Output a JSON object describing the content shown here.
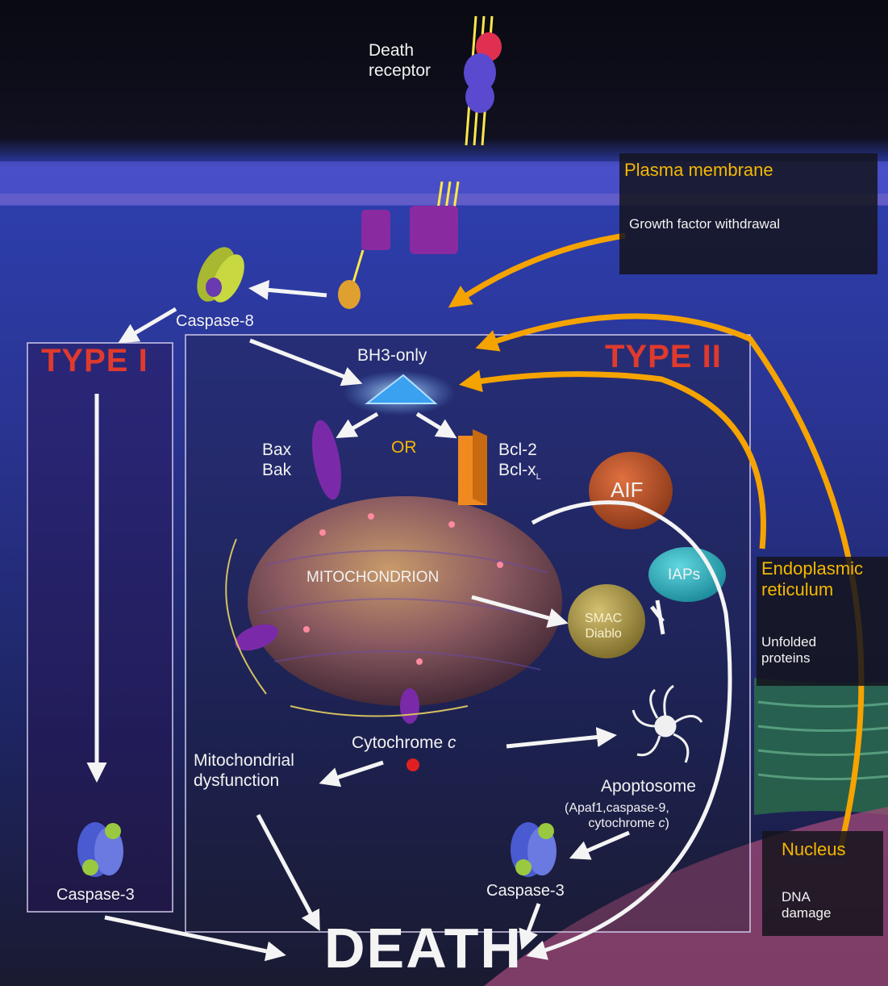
{
  "labels": {
    "death_receptor_1": "Death",
    "death_receptor_2": "receptor",
    "caspase8": "Caspase-8",
    "bh3": "BH3-only",
    "type1": "TYPE I",
    "type2": "TYPE II",
    "bax": "Bax",
    "bak": "Bak",
    "or": "OR",
    "bcl2": "Bcl-2",
    "bclx": "Bcl-x",
    "bclx_sub": "L",
    "aif": "AIF",
    "iaps": "IAPs",
    "mito": "MITOCHONDRION",
    "smac1": "SMAC",
    "smac2": "Diablo",
    "cyto_c_word": "Cytochrome",
    "cyto_c_letter": "c",
    "mito_dys1": "Mitochondrial",
    "mito_dys2": "dysfunction",
    "apoptosome": "Apoptosome",
    "apop_detail1": "(Apaf1,caspase-9,",
    "apop_detail2": "cytochrome",
    "apop_detail2_c": "c",
    "apop_detail2_end": ")",
    "casp3_left": "Caspase-3",
    "casp3_right": "Caspase-3",
    "death": "DEATH"
  },
  "panels": {
    "plasma_title": "Plasma membrane",
    "plasma_body": "Growth factor withdrawal",
    "er_title1": "Endoplasmic",
    "er_title2": "reticulum",
    "er_body1": "Unfolded",
    "er_body2": "proteins",
    "nucleus_title": "Nucleus",
    "nucleus_body1": "DNA",
    "nucleus_body2": "damage"
  },
  "colors": {
    "type_title": "#e03a2c",
    "panel_title": "#f5b800",
    "orange_arrow": "#f5a300"
  }
}
